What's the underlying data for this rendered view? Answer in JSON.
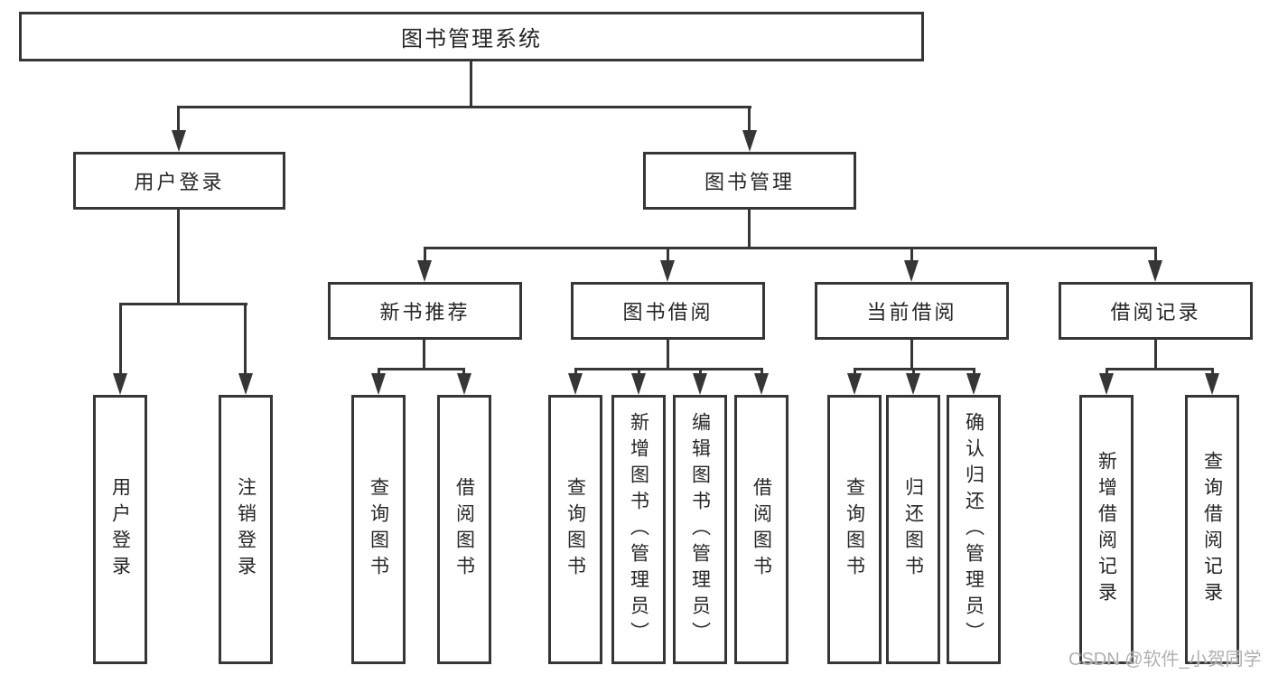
{
  "diagram_type": "function-structure-tree",
  "colors": {
    "line": "#363636",
    "box_border": "#363636",
    "text": "#262626",
    "watermark": "#b0b0b0",
    "background": "#ffffff"
  },
  "tree": {
    "label": "图书管理系统",
    "children": [
      {
        "label": "用户登录",
        "children": [
          {
            "label": "用户登录"
          },
          {
            "label": "注销登录"
          }
        ]
      },
      {
        "label": "图书管理",
        "children": [
          {
            "label": "新书推荐",
            "children": [
              {
                "label": "查询图书"
              },
              {
                "label": "借阅图书"
              }
            ]
          },
          {
            "label": "图书借阅",
            "children": [
              {
                "label": "查询图书"
              },
              {
                "label": "新增图书（管理员）"
              },
              {
                "label": "编辑图书（管理员）"
              },
              {
                "label": "借阅图书"
              }
            ]
          },
          {
            "label": "当前借阅",
            "children": [
              {
                "label": "查询图书"
              },
              {
                "label": "归还图书"
              },
              {
                "label": "确认归还（管理员）"
              }
            ]
          },
          {
            "label": "借阅记录",
            "children": [
              {
                "label": "新增借阅记录"
              },
              {
                "label": "查询借阅记录"
              }
            ]
          }
        ]
      }
    ]
  },
  "watermark": "CSDN @软件_小贺同学"
}
